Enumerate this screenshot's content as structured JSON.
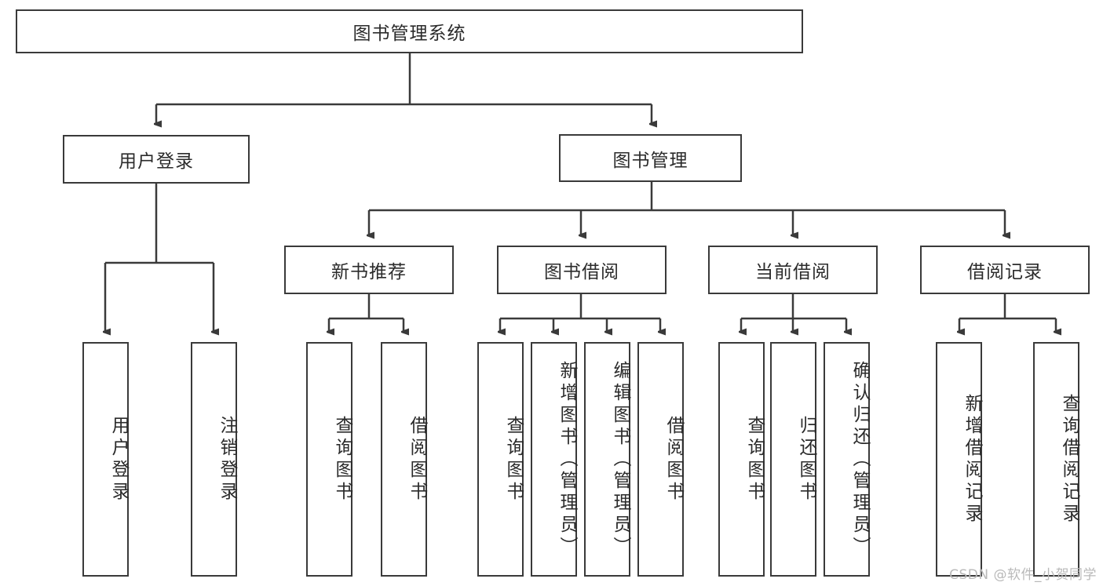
{
  "diagram": {
    "title": "图书管理系统",
    "type": "hierarchy-tree",
    "root": {
      "label": "图书管理系统",
      "name": "root-node-library-management-system"
    },
    "level1": [
      {
        "label": "用户登录",
        "name": "node-user-login"
      },
      {
        "label": "图书管理",
        "name": "node-book-management"
      }
    ],
    "level2": [
      {
        "label": "新书推荐",
        "name": "node-new-book-recommendation"
      },
      {
        "label": "图书借阅",
        "name": "node-book-borrowing"
      },
      {
        "label": "当前借阅",
        "name": "node-current-borrowing"
      },
      {
        "label": "借阅记录",
        "name": "node-borrow-records"
      }
    ],
    "leaves": {
      "user_login": [
        {
          "label": "用户登录",
          "name": "leaf-user-login"
        },
        {
          "label": "注销登录",
          "name": "leaf-logout"
        }
      ],
      "new_book_recommendation": [
        {
          "label": "查询图书",
          "name": "leaf-query-book-recommend"
        },
        {
          "label": "借阅图书",
          "name": "leaf-borrow-book-recommend"
        }
      ],
      "book_borrowing": [
        {
          "label": "查询图书",
          "name": "leaf-query-book-borrowing"
        },
        {
          "label": "新增图书（管理员）",
          "name": "leaf-add-book-admin"
        },
        {
          "label": "编辑图书（管理员）",
          "name": "leaf-edit-book-admin"
        },
        {
          "label": "借阅图书",
          "name": "leaf-borrow-book-borrowing"
        }
      ],
      "current_borrowing": [
        {
          "label": "查询图书",
          "name": "leaf-query-book-current"
        },
        {
          "label": "归还图书",
          "name": "leaf-return-book"
        },
        {
          "label": "确认归还（管理员）",
          "name": "leaf-confirm-return-admin"
        }
      ],
      "borrow_records": [
        {
          "label": "新增借阅记录",
          "name": "leaf-add-borrow-record"
        },
        {
          "label": "查询借阅记录",
          "name": "leaf-query-borrow-record"
        }
      ]
    }
  },
  "watermark": {
    "text": "CSDN @软件_小贺同学"
  },
  "colors": {
    "stroke": "#3a3a3a",
    "text": "#2b2b2b",
    "background": "#ffffff",
    "watermark": "#b9b9b9"
  }
}
